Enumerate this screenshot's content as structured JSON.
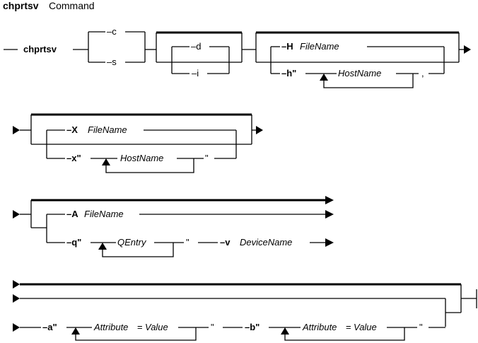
{
  "title": {
    "command": "chprtsv",
    "word": "Command"
  },
  "row1": {
    "command": "chprtsv",
    "opt_c": "–c",
    "opt_s": "–s",
    "opt_d": "–d",
    "opt_i": "–i",
    "opt_H": "–H",
    "filename_1": "FileName",
    "opt_h": "–h\"",
    "hostname_1": "HostName",
    "close_quote_1": ","
  },
  "row2": {
    "opt_X": "–X",
    "filename_2": "FileName",
    "opt_x": "–x\"",
    "hostname_2": "HostName",
    "close_quote_2": "\""
  },
  "row3": {
    "opt_A": "–A",
    "filename_3": "FileName",
    "opt_q": "–q\"",
    "qentry": "QEntry",
    "close_quote_3": "\"",
    "opt_v": "–v",
    "devicename": "DeviceName"
  },
  "row4": {
    "opt_a": "–a\"",
    "attr_1_name": "Attribute",
    "attr_1_eq": "=",
    "attr_1_value": "Value",
    "close_quote_4": "\"",
    "opt_b": "–b\"",
    "attr_2_name": "Attribute",
    "attr_2_eq": "=",
    "attr_2_value": "Value",
    "close_quote_5": "\""
  }
}
